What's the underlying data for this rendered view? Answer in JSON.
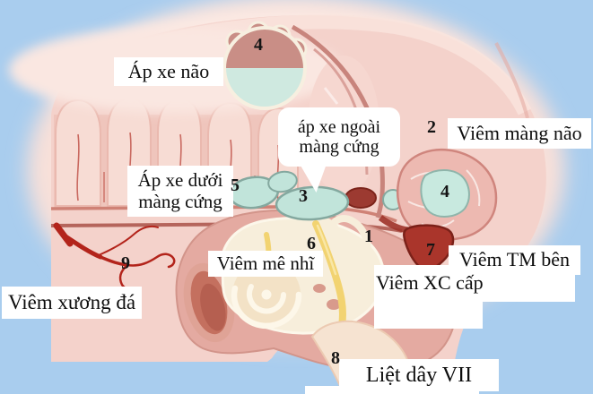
{
  "figure": {
    "description": "Anatomical diagram of middle-ear infection complications (Vietnamese labels)",
    "palette": {
      "background_blue": "#a9cdee",
      "head_pink": "#f4d2cb",
      "gyri_pink": "#f7dcd4",
      "dura_rose": "#b5655c",
      "abscess_teal": "#c1e4da",
      "cerebellum_pink": "#edb9b1",
      "thrombus_red": "#aa352b",
      "vessel_red": "#b3241b",
      "nerve_yellow": "#f2d371",
      "inner_ear_cream": "#f7eedb",
      "ear_mass_pink": "#e4aaa1",
      "neck_cream": "#f6e3d1",
      "label_bg": "#ffffff",
      "label_text": "#0d0d0d"
    }
  },
  "labels": {
    "brain_abscess": "Áp xe não",
    "epidural_abscess_line1": "áp xe ngoài",
    "epidural_abscess_line2": "màng cứng",
    "meningitis": "Viêm màng não",
    "subdural_abscess_line1": "Áp xe dưới",
    "subdural_abscess_line2": "màng cứng",
    "labyrinthitis": "Viêm mê nhĩ",
    "lateral_sinus_thrombophlebitis": "Viêm TM bên",
    "acute_mastoiditis": "Viêm XC cấp",
    "petrositis": "Viêm xương đá",
    "facial_nerve_palsy": "Liệt dây VII"
  },
  "markers": {
    "n1": "1",
    "n2": "2",
    "n3": "3",
    "n4_brain": "4",
    "n4_cerebellum": "4",
    "n5": "5",
    "n6": "6",
    "n7": "7",
    "n8": "8",
    "n9": "9"
  }
}
